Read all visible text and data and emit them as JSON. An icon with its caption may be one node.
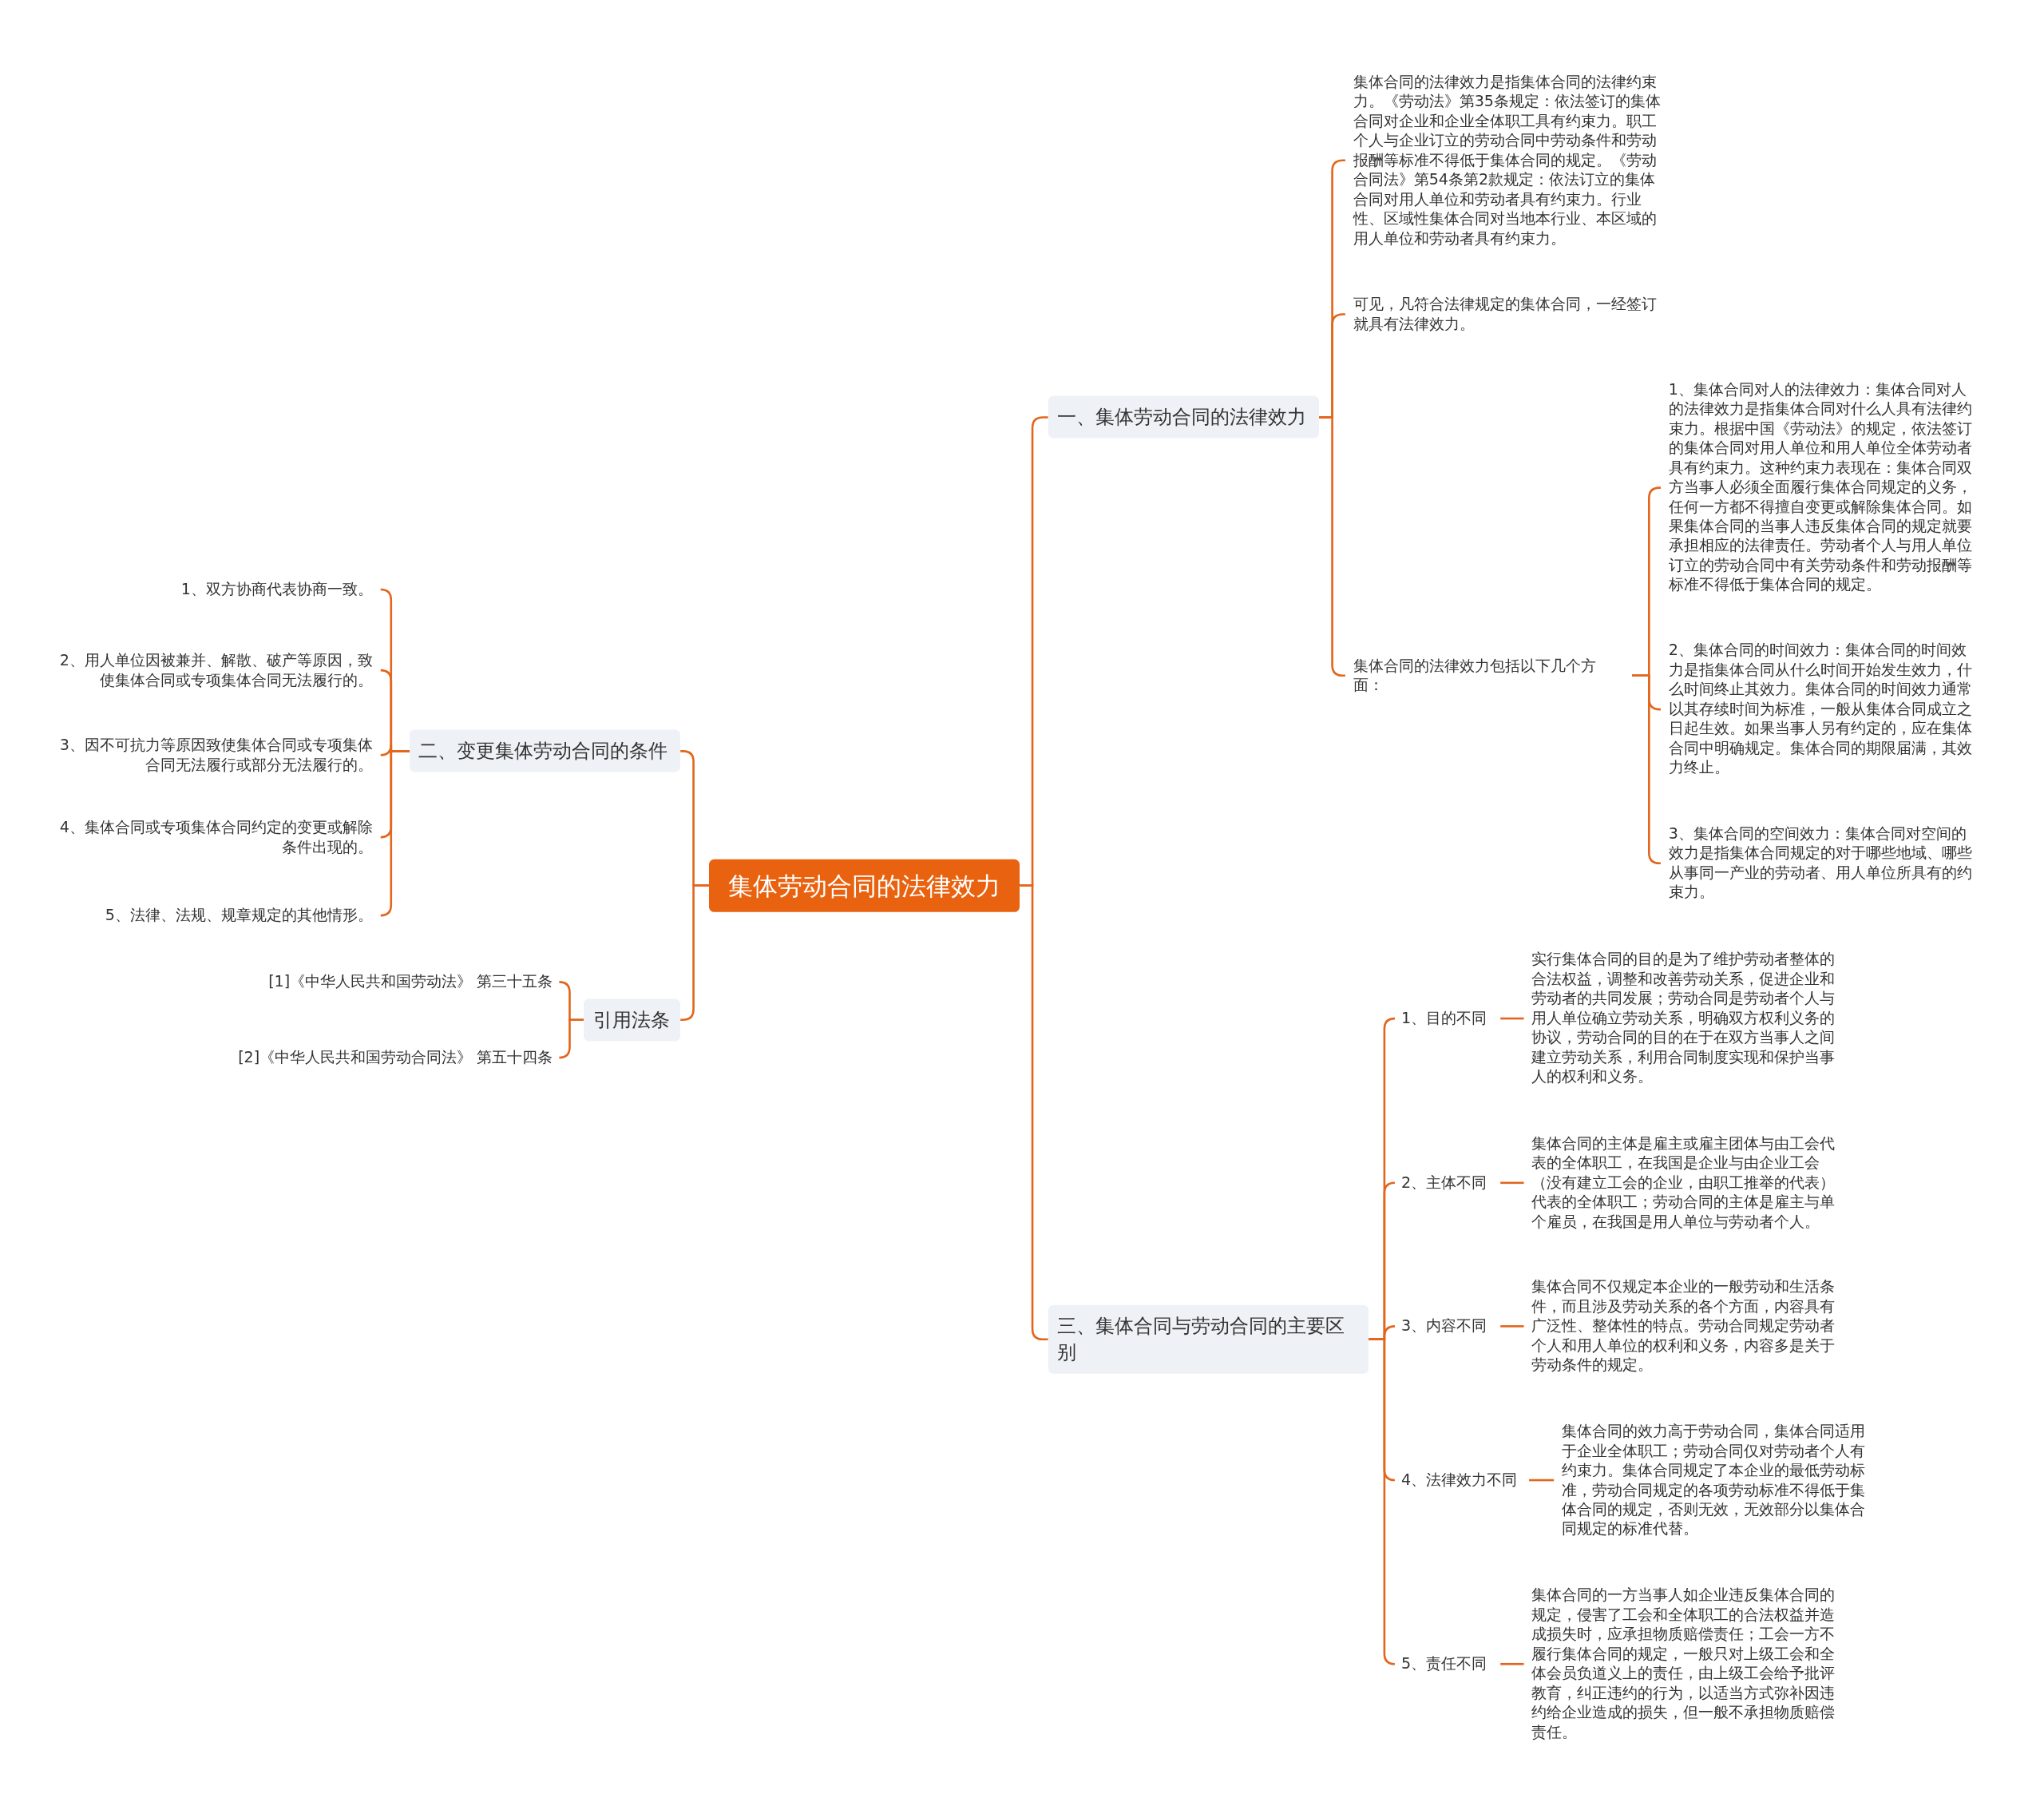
{
  "diagram": {
    "nodes": [
      {
        "text": [
          "集体劳动合同的法律效力"
        ]
      },
      {
        "text": [
          "一、集体劳动合同的法律效力"
        ]
      },
      {
        "text": [
          "集体合同的法律效力是指集体合同的法律约束力。《劳动法》第35条规定：依法签订的集体合同对企业和企业全体职工具有约束力。职工个人与企业订立的劳动合同中劳动条件和劳动报酬等标准不得低于集体合同的规定。《劳动合同法》第54条第2款规定：依法订立的集体合同对用人单位和劳动者具有约束力。行业性、区域性集体合同对当地本行业、本区域的用人单位和劳动者具有约束力。"
        ]
      },
      {
        "text": [
          "可见，凡符合法律规定的集体合同，一经签订就具有法律效力。"
        ]
      },
      {
        "text": [
          "集体合同的法律效力包括以下几个方面："
        ]
      },
      {
        "text": [
          "1、集体合同对人的法律效力：集体合同对人的法律效力是指集体合同对什么人具有法律约束力。根据中国《劳动法》的规定，依法签订的集体合同对用人单位和用人单位全体劳动者具有约束力。这种约束力表现在：集体合同双方当事人必须全面履行集体合同规定的义务，任何一方都不得擅自变更或解除集体合同。如果集体合同的当事人违反集体合同的规定就要承担相应的法律责任。劳动者个人与用人单位订立的劳动合同中有关劳动条件和劳动报酬等标准不得低于集体合同的规定。"
        ]
      },
      {
        "text": [
          "2、集体合同的时间效力：集体合同的时间效力是指集体合同从什么时间开始发生效力，什么时间终止其效力。集体合同的时间效力通常以其存续时间为标准，一般从集体合同成立之日起生效。如果当事人另有约定的，应在集体合同中明确规定。集体合同的期限届满，其效力终止。"
        ]
      },
      {
        "text": [
          "3、集体合同的空间效力：集体合同对空间的效力是指集体合同规定的对于哪些地域、哪些从事同一产业的劳动者、用人单位所具有的约束力。"
        ]
      },
      {
        "text": [
          "二、变更集体劳动合同的条件"
        ]
      },
      {
        "text": [
          "1、双方协商代表协商一致。"
        ]
      },
      {
        "text": [
          "2、用人单位因被兼并、解散、破产等原因，致使集体合同或专项集体合同无法履行的。"
        ]
      },
      {
        "text": [
          "3、因不可抗力等原因致使集体合同或专项集体合同无法履行或部分无法履行的。"
        ]
      },
      {
        "text": [
          "4、集体合同或专项集体合同约定的变更或解除条件出现的。"
        ]
      },
      {
        "text": [
          "5、法律、法规、规章规定的其他情形。"
        ]
      },
      {
        "text": [
          "引用法条"
        ]
      },
      {
        "text": [
          "[1]《中华人民共和国劳动法》 第三十五条"
        ]
      },
      {
        "text": [
          "[2]《中华人民共和国劳动合同法》 第五十四条"
        ]
      },
      {
        "text": [
          "三、集体合同与劳动合同的主要区别"
        ]
      },
      {
        "text": [
          "1、目的不同"
        ]
      },
      {
        "text": [
          "实行集体合同的目的是为了维护劳动者整体的合法权益，调整和改善劳动关系，促进企业和劳动者的共同发展；劳动合同是劳动者个人与用人单位确立劳动关系，明确双方权利义务的协议，劳动合同的目的在于在双方当事人之间建立劳动关系，利用合同制度实现和保护当事人的权利和义务。"
        ]
      },
      {
        "text": [
          "2、主体不同"
        ]
      },
      {
        "text": [
          "集体合同的主体是雇主或雇主团体与由工会代表的全体职工，在我国是企业与由企业工会（没有建立工会的企业，由职工推举的代表）代表的全体职工；劳动合同的主体是雇主与单个雇员，在我国是用人单位与劳动者个人。"
        ]
      },
      {
        "text": [
          "3、内容不同"
        ]
      },
      {
        "text": [
          "集体合同不仅规定本企业的一般劳动和生活条件，而且涉及劳动关系的各个方面，内容具有广泛性、整体性的特点。劳动合同规定劳动者个人和用人单位的权利和义务，内容多是关于劳动条件的规定。"
        ]
      },
      {
        "text": [
          "4、法律效力不同"
        ]
      },
      {
        "text": [
          "集体合同的效力高于劳动合同，集体合同适用于企业全体职工；劳动合同仅对劳动者个人有约束力。集体合同规定了本企业的最低劳动标准，劳动合同规定的各项劳动标准不得低于集体合同的规定，否则无效，无效部分以集体合同规定的标准代替。"
        ]
      },
      {
        "text": [
          "5、责任不同"
        ]
      },
      {
        "text": [
          "集体合同的一方当事人如企业违反集体合同的规定，侵害了工会和全体职工的合法权益并造成损失时，应承担物质赔偿责任；工会一方不履行集体合同的规定，一般只对上级工会和全体会员负道义上的责任，由上级工会给予批评教育，纠正违约的行为，以适当方式弥补因违约给企业造成的损失，但一般不承担物质赔偿责任。"
        ]
      }
    ],
    "edges": [
      {
        "from": 0,
        "to": 1,
        "arrow": "none"
      },
      {
        "from": 1,
        "to": 2,
        "arrow": "none"
      },
      {
        "from": 1,
        "to": 3,
        "arrow": "none"
      },
      {
        "from": 1,
        "to": 4,
        "arrow": "none"
      },
      {
        "from": 4,
        "to": 5,
        "arrow": "none"
      },
      {
        "from": 4,
        "to": 6,
        "arrow": "none"
      },
      {
        "from": 4,
        "to": 7,
        "arrow": "none"
      },
      {
        "from": 0,
        "to": 8,
        "arrow": "none"
      },
      {
        "from": 8,
        "to": 9,
        "arrow": "none"
      },
      {
        "from": 8,
        "to": 10,
        "arrow": "none"
      },
      {
        "from": 8,
        "to": 11,
        "arrow": "none"
      },
      {
        "from": 8,
        "to": 12,
        "arrow": "none"
      },
      {
        "from": 8,
        "to": 13,
        "arrow": "none"
      },
      {
        "from": 0,
        "to": 14,
        "arrow": "none"
      },
      {
        "from": 14,
        "to": 15,
        "arrow": "none"
      },
      {
        "from": 14,
        "to": 16,
        "arrow": "none"
      },
      {
        "from": 0,
        "to": 17,
        "arrow": "none"
      },
      {
        "from": 17,
        "to": 18,
        "arrow": "none"
      },
      {
        "from": 18,
        "to": 19,
        "arrow": "none"
      },
      {
        "from": 17,
        "to": 20,
        "arrow": "none"
      },
      {
        "from": 20,
        "to": 21,
        "arrow": "none"
      },
      {
        "from": 17,
        "to": 22,
        "arrow": "none"
      },
      {
        "from": 22,
        "to": 23,
        "arrow": "none"
      },
      {
        "from": 17,
        "to": 24,
        "arrow": "none"
      },
      {
        "from": 24,
        "to": 25,
        "arrow": "none"
      },
      {
        "from": 17,
        "to": 26,
        "arrow": "none"
      },
      {
        "from": 26,
        "to": 27,
        "arrow": "none"
      }
    ]
  }
}
